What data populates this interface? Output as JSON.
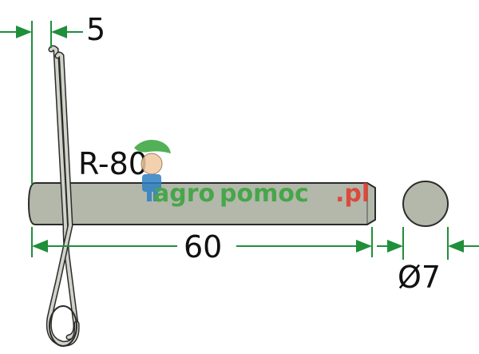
{
  "part_label": "R-80",
  "dimensions": {
    "clip_offset": "5",
    "pin_length": "60",
    "pin_diameter": "Ø7"
  },
  "watermark": {
    "prefix": "agro",
    "suffix": "pomoc",
    "tld": ".pl"
  },
  "colors": {
    "dimension_line": "#1f8f3a",
    "pin_fill": "#b3b8ab",
    "pin_outline": "#2b2b2b",
    "clip_fill": "#cfd3c8",
    "watermark_green": "#35a33a",
    "watermark_red": "#e03a2a"
  }
}
